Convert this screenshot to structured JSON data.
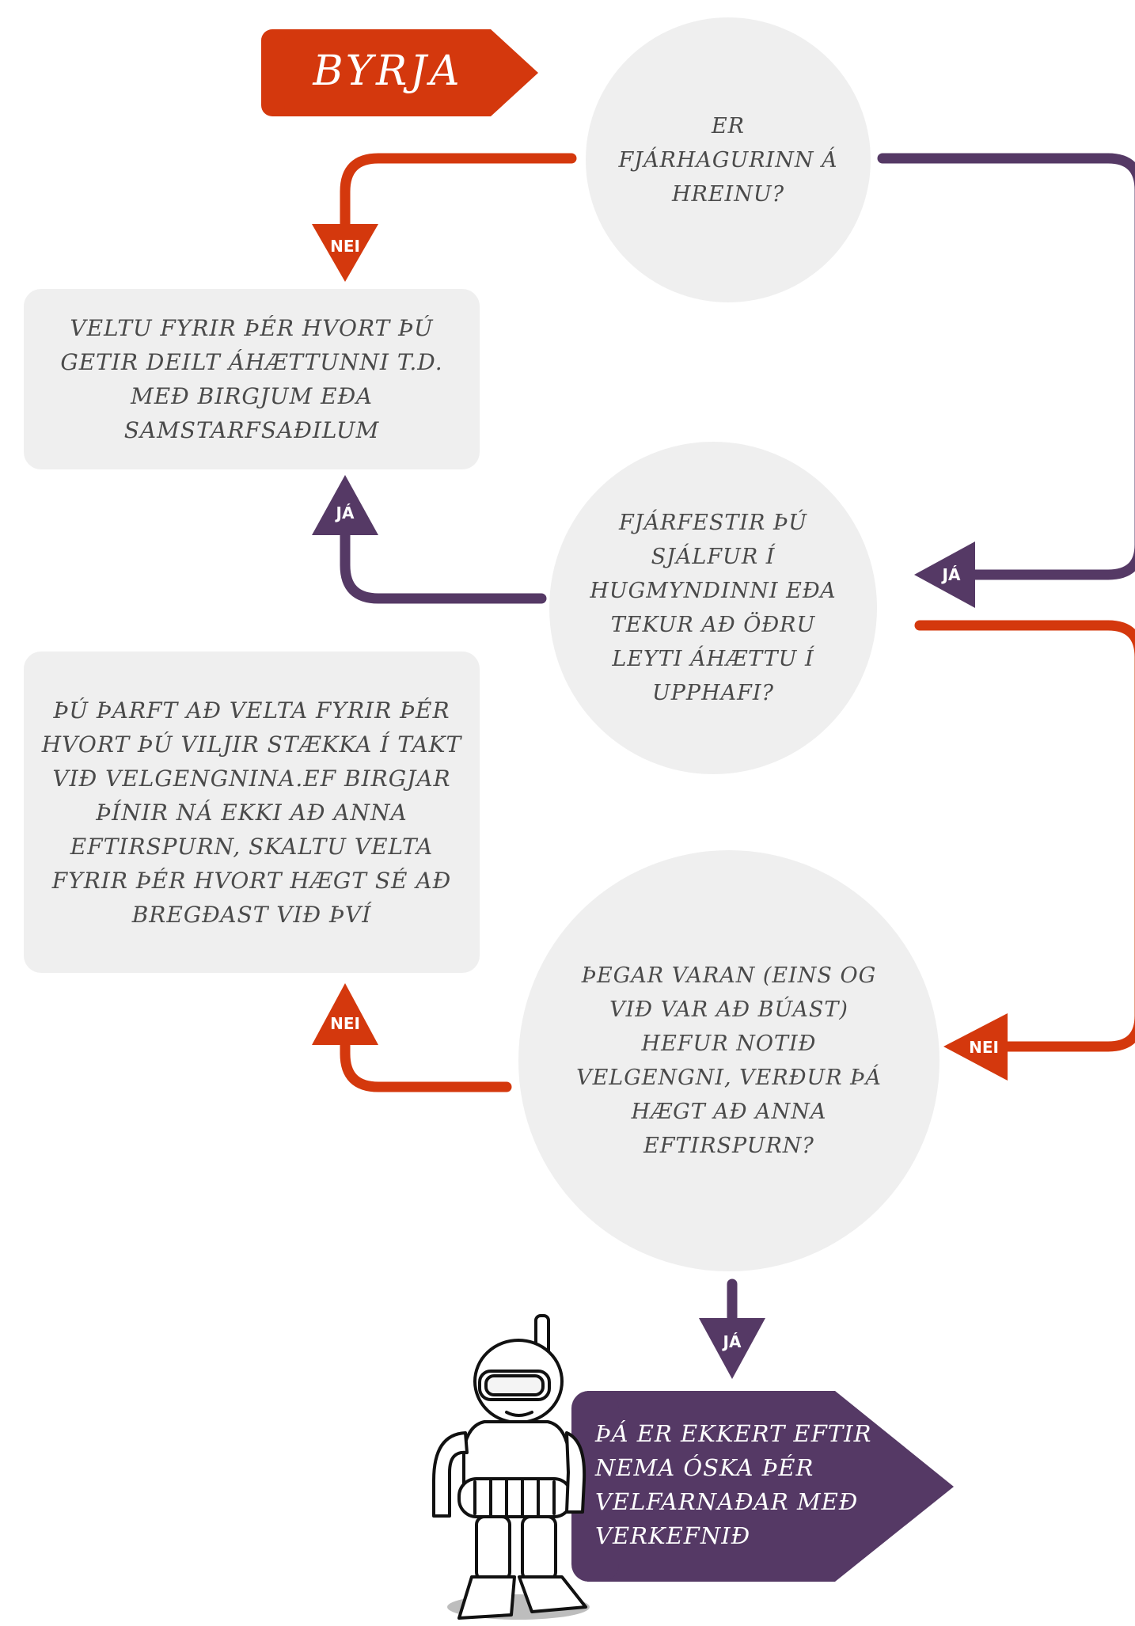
{
  "colors": {
    "red": "#d4380d",
    "purple": "#553965",
    "node_fill": "#efefef",
    "text": "#4a4a4a"
  },
  "start": {
    "label": "BYRJA"
  },
  "questions": {
    "q1": "ER FJÁRHAGURINN Á HREINU?",
    "q2": "FJÁRFESTIR ÞÚ SJÁLFUR Í HUGMYNDINNI EÐA TEKUR AÐ ÖÐRU LEYTI ÁHÆTTU Í UPPHAFI?",
    "q3": "ÞEGAR VARAN (EINS OG VIÐ VAR AÐ BÚAST) HEFUR NOTIÐ VELGENGNI, VERÐUR ÞÁ HÆGT AÐ ANNA EFTIRSPURN?"
  },
  "boxes": {
    "box1": "VELTU FYRIR ÞÉR HVORT ÞÚ GETIR DEILT ÁHÆTTUNNI T.D. MEÐ BIRGJUM EÐA SAMSTARFSAÐILUM",
    "box2": "ÞÚ ÞARFt AÐ VELTA FYRIR ÞÉR HVORT ÞÚ VILJIR STÆKKA Í TAKT VIÐ VELGENGNINA.EF BIRGJAR ÞÍNIR NÁ EKKI AÐ ANNA EFTIRSPURN, SKALTU VELTA FYRIR ÞÉR HVORT HÆGT SÉ AÐ BREGÐAST VIÐ ÞVÍ"
  },
  "badges": {
    "no": "NEI",
    "yes": "JÁ"
  },
  "end": {
    "label": "ÞÁ ER EKKERT EFTIR NEMA ÓSKA ÞÉR VELFARNAÐAR MEÐ VERKEFNIÐ"
  }
}
